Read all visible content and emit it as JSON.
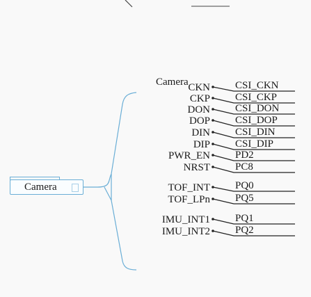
{
  "node": {
    "label": "Camera",
    "title": "Camera"
  },
  "pins": [
    {
      "left": "CKN",
      "right": "CSI_CKN"
    },
    {
      "left": "CKP",
      "right": "CSI_CKP"
    },
    {
      "left": "DON",
      "right": "CSI_DON"
    },
    {
      "left": "DOP",
      "right": "CSI_DOP"
    },
    {
      "left": "DIN",
      "right": "CSI_DIN"
    },
    {
      "left": "DIP",
      "right": "CSI_DIP"
    },
    {
      "left": "PWR_EN",
      "right": "PD2"
    },
    {
      "left": "NRST",
      "right": "PC8"
    },
    {
      "left": "TOF_INT",
      "right": "PQ0"
    },
    {
      "left": "TOF_LPn",
      "right": "PQ5"
    },
    {
      "left": "IMU_INT1",
      "right": "PQ1"
    },
    {
      "left": "IMU_INT2",
      "right": "PQ2"
    }
  ],
  "colors": {
    "line": "#222222",
    "box_border": "#6aaed6",
    "brace": "#6aaed6",
    "background": "#f9f9f9"
  }
}
